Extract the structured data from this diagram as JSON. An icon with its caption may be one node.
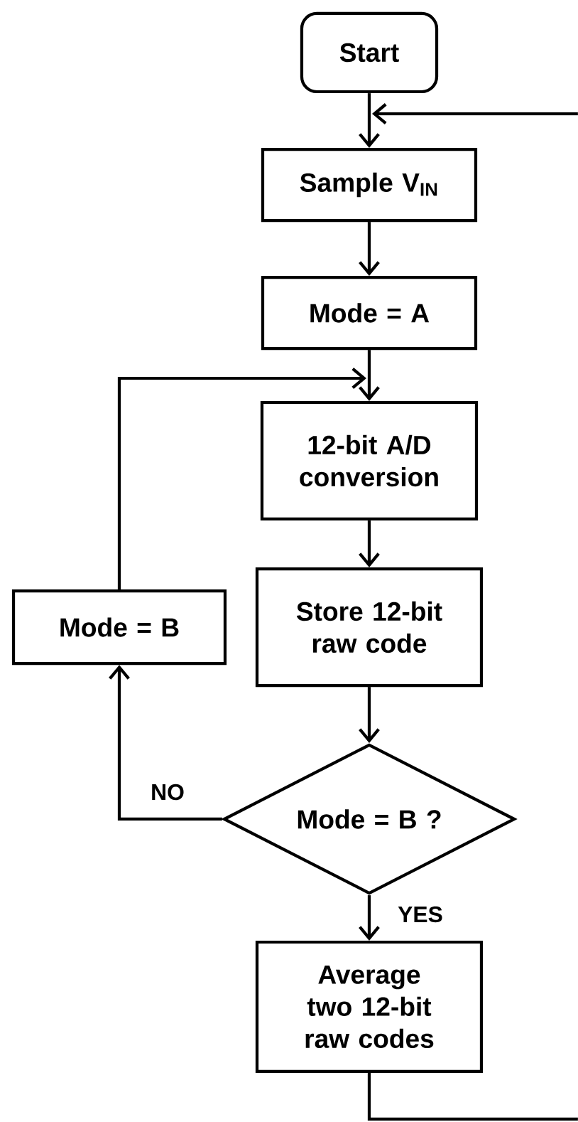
{
  "diagram": {
    "nodes": [
      {
        "text": [
          "Start"
        ]
      },
      {
        "text": [
          "Sample V$_{IN}$"
        ]
      },
      {
        "text": [
          "Mode = A"
        ]
      },
      {
        "text": [
          "12-bit A/D conversion"
        ]
      },
      {
        "text": [
          "Store 12-bit raw code"
        ]
      },
      {
        "text": [
          "Mode = B"
        ]
      },
      {
        "text": [
          "Mode = B ?"
        ]
      },
      {
        "text": [
          "Average two 12-bit raw codes"
        ]
      }
    ],
    "edges": [
      {
        "from": 0,
        "to": 1,
        "arrow": "to"
      },
      {
        "from": 1,
        "to": 2,
        "arrow": "to"
      },
      {
        "from": 2,
        "to": 3,
        "arrow": "to"
      },
      {
        "from": 3,
        "to": 4,
        "arrow": "to"
      },
      {
        "from": 4,
        "to": 6,
        "arrow": "to"
      },
      {
        "from": 6,
        "to": 5,
        "label": "NO",
        "arrow": "to"
      },
      {
        "from": 5,
        "to": 3,
        "arrow": "to"
      },
      {
        "from": 6,
        "to": 7,
        "label": "YES",
        "arrow": "to"
      },
      {
        "from": 7,
        "to": null,
        "arrow": "none"
      },
      {
        "from": null,
        "to": 1,
        "arrow": "to"
      }
    ]
  }
}
